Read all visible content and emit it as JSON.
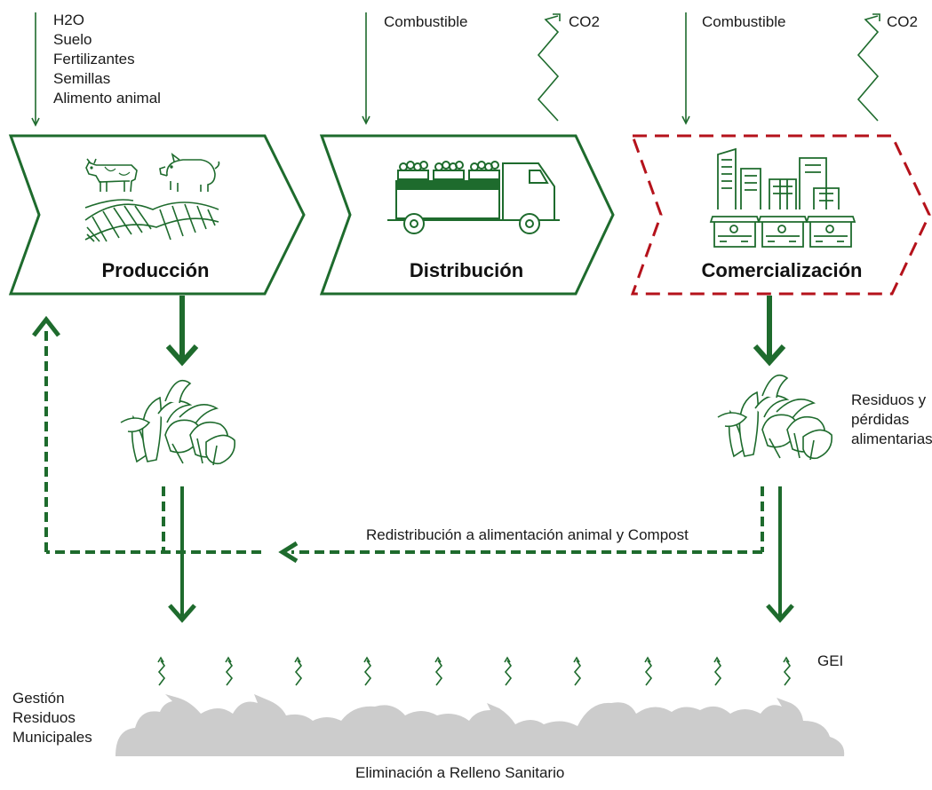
{
  "colors": {
    "green": "#1e6b2d",
    "red_dashed": "#b5121b",
    "cloud_gray": "#cccccc",
    "text": "#1a1a1a"
  },
  "production": {
    "title": "Producción",
    "inputs": [
      "H2O",
      "Suelo",
      "Fertilizantes",
      "Semillas",
      "Alimento animal"
    ],
    "icons": [
      "cow-icon",
      "pig-icon",
      "fields-icon"
    ]
  },
  "distribution": {
    "title": "Distribución",
    "input": "Combustible",
    "emission": "CO2",
    "icons": [
      "truck-icon"
    ]
  },
  "commercialization": {
    "title": "Comercialización",
    "input": "Combustible",
    "emission": "CO2",
    "icons": [
      "city-market-icon"
    ]
  },
  "waste": {
    "label_lines": [
      "Residuos y",
      "pérdidas",
      "alimentarias"
    ]
  },
  "redistribution": {
    "label": "Redistribución a alimentación animal y Compost"
  },
  "landfill": {
    "emission_label": "GEI",
    "management_lines": [
      "Gestión",
      "Residuos",
      "Municipales"
    ],
    "label": "Eliminación a Relleno Sanitario"
  }
}
